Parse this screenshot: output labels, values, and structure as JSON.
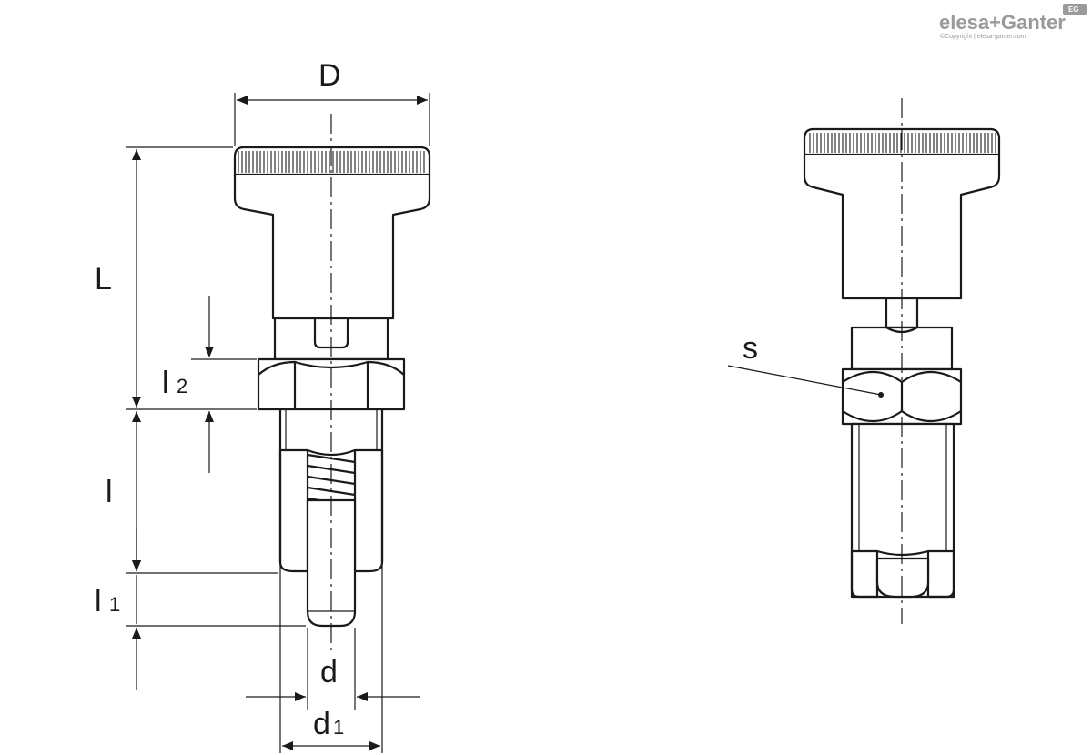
{
  "brand": {
    "logo_text": "elesa+Ganter",
    "copyright": "©Copyright | elesa-ganter.com",
    "badge": "EG"
  },
  "dimensions": {
    "D": "D",
    "L": "L",
    "l2_main": "l",
    "l2_sub": "2",
    "l": "l",
    "l1_main": "l",
    "l1_sub": "1",
    "d": "d",
    "d1_main": "d",
    "d1_sub": "1",
    "s": "s"
  },
  "colors": {
    "line": "#1a1a1a",
    "logo": "#9a9a9a"
  }
}
